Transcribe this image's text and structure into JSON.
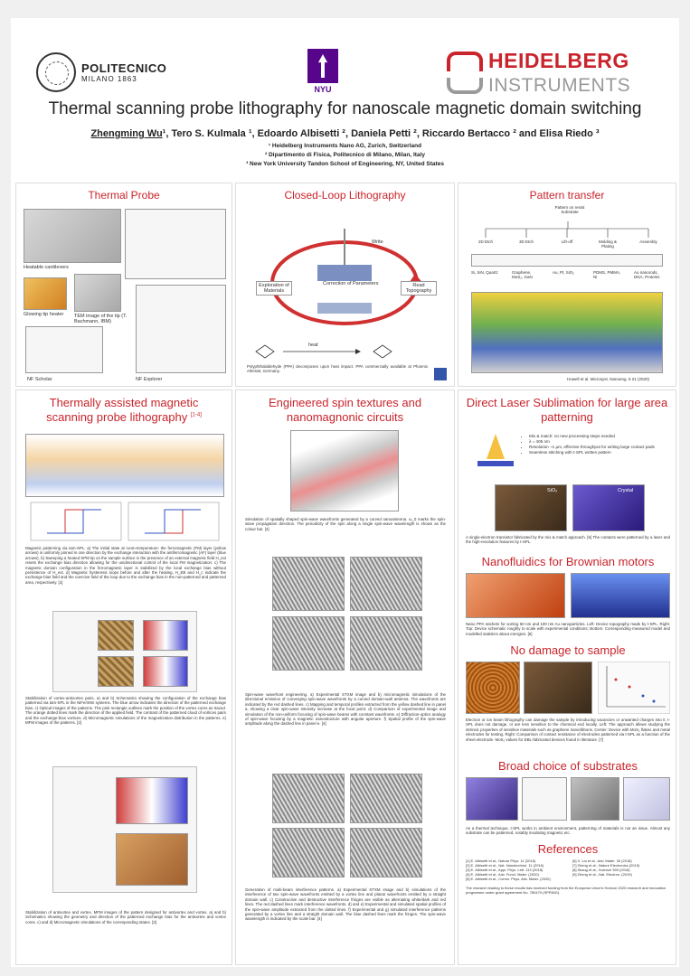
{
  "header": {
    "polimi_name": "POLITECNICO",
    "polimi_sub": "MILANO 1863",
    "nyu_label": "NYU",
    "hb_name": "HEIDELBERG",
    "hb_sub": "INSTRUMENTS",
    "title": "Thermal scanning probe lithography for nanoscale magnetic domain switching",
    "authors_first": "Zhengming Wu",
    "authors_rest": "¹, Tero S. Kulmala ¹, Edoardo Albisetti ², Daniela Petti ², Riccardo Bertacco ² and Elisa Riedo ³",
    "affil_1": "¹ Heidelberg Instruments Nano AG, Zurich, Switzerland",
    "affil_2": "² Dipartimento di Fisica, Politecnico di Milano, Milan, Italy",
    "affil_3": "³ New York University Tandon School of Engineering, NY, United States"
  },
  "panels": {
    "thermal_probe": {
      "title": "Thermal Probe",
      "lbl_cantilevers": "Heatable cantilevers",
      "lbl_glowing": "Glowing tip heater",
      "lbl_tem": "TEM image of the tip (T. Bachmann, IBM)",
      "lbl_scholar": "NF Scholar",
      "lbl_explorer": "NF Explorer"
    },
    "closed_loop": {
      "title": "Closed-Loop Lithography",
      "lbl_explore": "Exploration of Materials",
      "lbl_read": "Read Topography",
      "lbl_feedback": "Correction of Parameters",
      "lbl_write": "Write",
      "lbl_heat": "heat",
      "caption": "Polyphthalaldehyde (PPA) decomposes upon heat impact. PPA commercially available at Phoenix Allresist, Germany."
    },
    "pattern_transfer": {
      "title": "Pattern transfer",
      "root": "Pattern on resist Substrate",
      "nodes": [
        "2D Etch",
        "3D Etch",
        "Lift-off",
        "Molding & Plating",
        "Assembly"
      ],
      "node_subs": [
        "Si, SiN, Quartz",
        "Graphene, MoS₂, GaN",
        "Au, Pt, SiO₂",
        "PDMS, PMMA, Ni",
        "Au nanorods, DNA, Proteins"
      ],
      "credit": "Howell et al. Microsyst. Nanoeng. 6 21 (2020)"
    },
    "thermally_assisted": {
      "title": "Thermally assisted magnetic scanning probe lithography",
      "title_sup": "[1-4]",
      "caption_1": "Magnetic patterning via tam-SPL. a) The initial state at room-temperature: the ferromagnetic (FM) layer (yellow arrows) is uniformly pinned in one direction by the exchange interaction with the antiferromagnetic (AF) layer (blue arrows). b) Sweeping a heated SPM tip on the sample surface in the presence of an external magnetic field H_ext resets the exchange bias direction allowing for the unidirectional control of the local FM magnetization. c) The magnetic domain configuration in the ferromagnetic layer is stabilized by the local exchange bias without persistence of H_ext. d) Magnetic hysteresis loops before and after the heating, H_EB and H_c indicate the exchange bias field and the coercive field of the loop due to the exchange bias in the non-patterned and patterned area, respectively. [1]",
      "caption_2": "Stabilization of vortex-antivortex pairs. a) and b) Schematics showing the configuration of the exchange bias patterned via tam-SPL in the NiFe/IrMn systems. The blue arrow indicates the direction of the patterned exchange bias. c) Optical images of the patterns. The pink rectangle outlines mark the position of the vortex cores as traced. The orange dotted lines mark the direction of the applied field. The contrast of the patterned cloud of vortices pairs and the exchange-bias vortices. d) Micromagnetic simulations of the magnetization distribution in the patterns. e) MFM images of the patterns. [2]",
      "caption_3": "Stabilization of antivortex and vortex. MFM images of the pattern designed for antivortex and vortex. a) and b) Schematics showing the geometry and direction of the patterned exchange bias for the antivortex and vortex cores. c) and d) Micromagnetic simulations of the corresponding states. [3]"
    },
    "spin_textures": {
      "title": "Engineered spin textures and nanomagnonic circuits",
      "caption_1": "Simulation of spatially shaped spin-wave wavefronts generated by a curved nanoantenna. ω_0 marks the spin-wave propagation direction. The periodicity of the spin along a single spin-wave wavelength is shown as the colour bar. [4]",
      "caption_2": "Spin-wave wavefront engineering. a) Experimental STXM image and b) micromagnetic simulations of the directional emission of converging spin-wave wavefronts by a curved domain-wall antenna. The wavefronts are indicated by the red dashed lines. c) Mapping and temporal profiles extracted from the yellow dashed line in panel a, showing a clear spin-wave intensity increase at the focal point. d) Comparison of experimental image and simulation of the non-uniform focusing of spin-wave beams with constant wavefronts. e) Diffraction-optics analogy of spin-wave focusing by a magnetic nanostructure with angular aperture. f) Spatial profile of the spin-wave amplitude along the dashed line in panel e. [4]",
      "caption_3": "Generation of multi-beam interference patterns. a) Experimental STXM image and b) simulations of the interference of two spin-wave wavefronts emitted by a vortex line and planar wavefronts emitted by a straight domain wall. c) Constructive and destructive interference fringes are visible as alternating white/dark and red lines. The red dashed lines mark interference wavefronts. d) and e) Experimental and simulated spatial profiles of the spin-wave amplitude extracted from the dotted lines. f) Experimental and g) simulated interference patterns generated by a vortex line and a straight domain wall. The blue dashed lines mark the fringes. The spin-wave wavelength is indicated by the scale bar. [4]"
    },
    "laser": {
      "title": "Direct Laser Sublimation for large area patterning",
      "bullets": [
        "Mix & match: no new processing steps needed",
        "λ = 405 nm",
        "Resolution ~1 µm, effective throughput for writing large contact pads",
        "Seamless stitching with t-SPL written pattern"
      ],
      "lbl_sio2": "SiO₂",
      "lbl_crystal": "Crystal",
      "caption": "A single-electron transistor fabricated by the mix & match approach. [5] The contacts were patterned by a laser and the high-resolution features by t-SPL."
    },
    "nanofluidics": {
      "title": "Nanofluidics for Brownian motors",
      "caption": "Nano PPA ratchets for sorting 60 nm and 100 nm Au nanoparticles. Left: Device topography made by t-SPL. Right: Top: Device schematic roughly to scale with experimental conditions; Bottom: Corresponding measured model and modelled statistics about energies. [6]"
    },
    "no_damage": {
      "title": "No damage to sample",
      "caption": "Electron or ion beam lithography can damage the sample by introducing vacancies or unwanted charges into it. t-SPL does not damage, or are less sensitive to the chemical end locally. Left: The approach allows studying the intrinsic properties of sensitive materials such as graphene nanoribbons. Center: Device with MoS₂ flakes and metal electrodes for testing. Right: Comparison of contact resistance of electrodes patterned via t-SPL as a function of the sheet electrode. MoS₂ values for EBL-fabricated devices found in literature. [7]"
    },
    "substrates": {
      "title": "Broad choice of substrates",
      "caption": "As a thermal technique, t-SPL works in ambient environment, patterning of materials is not an issue. Almost any substrate can be patterned, notably insulating magnetic etc.",
      "refs_title": "References",
      "refs_left": [
        "[1] E. Albisetti et al., Nature Phys. 11 (2016)",
        "[2] E. Albisetti et al., Nat. Nanotechnol. 11 (2016)",
        "[3] E. Albisetti et al., Appl. Phys. Lett. 113 (2018)",
        "[4] E. Albisetti et al., Adv. Funct. Mater. (2020)",
        "[5] E. Albisetti et al., Comm. Phys. Adv. Mater. (2020)"
      ],
      "refs_right": [
        "[6] X. Liu et al., Adv. Mater. 30 (2018)",
        "[7] Zheng et al., Nature Electronics (2019)",
        "[8] Skaug et al., Science 359 (2018)",
        "[9] Zheng et al., Nat. Electron. (2019)"
      ],
      "footer": "The research leading to these results has received funding from the European Union's Horizon 2020 research and innovation programme under grant agreement No. 780470 (SPRING)."
    }
  }
}
